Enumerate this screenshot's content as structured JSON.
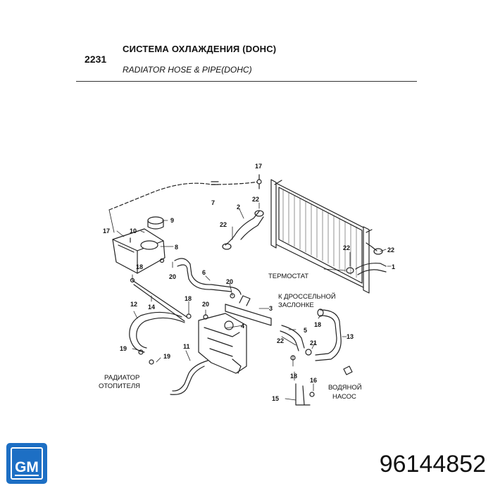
{
  "header": {
    "page_number": "2231",
    "title_ru": "СИСТЕМА ОХЛАЖДЕНИЯ (DOHC)",
    "title_en": "RADIATOR HOSE & PIPE(DOHC)"
  },
  "labels": {
    "thermostat": "ТЕРМОСТАТ",
    "throttle_line1": "К ДРОССЕЛЬНОЙ",
    "throttle_line2": "ЗАСЛОНКЕ",
    "heater_line1": "РАДИАТОР",
    "heater_line2": "ОТОПИТЕЛЯ",
    "pump_line1": "ВОДЯНОЙ",
    "pump_line2": "НАСОС"
  },
  "callouts": {
    "c17a": "17",
    "c7": "7",
    "c9": "9",
    "c17b": "17",
    "c10": "10",
    "c8": "8",
    "c2": "2",
    "c22a": "22",
    "c22b": "22",
    "c22c": "22",
    "c22d": "22",
    "c1": "1",
    "c18a": "18",
    "c20a": "20",
    "c6": "6",
    "c20b": "20",
    "c14": "14",
    "c12": "12",
    "c18b": "18",
    "c20c": "20",
    "c3": "3",
    "c4": "4",
    "c18c": "18",
    "c5": "5",
    "c22e": "22",
    "c21": "21",
    "c13": "13",
    "c19": "19",
    "c19b": "19",
    "c11": "11",
    "c18d": "18",
    "c16": "16",
    "c15": "15"
  },
  "brand": {
    "logo_text": "GM",
    "logo_color": "#1d6fc4"
  },
  "part_number": "96144852"
}
